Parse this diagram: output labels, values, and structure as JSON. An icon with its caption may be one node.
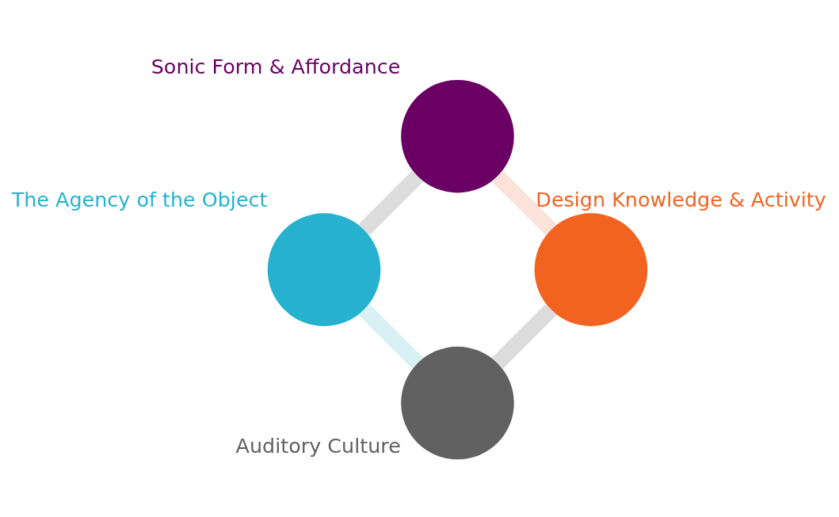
{
  "diagram": {
    "nodes": [
      {
        "text": [
          "Auditory Culture"
        ]
      },
      {
        "text": [
          "The Agency of the Object"
        ]
      },
      {
        "text": [
          "Design Knowledge & Activity"
        ]
      },
      {
        "text": [
          "Sonic Form & Affordance"
        ]
      }
    ],
    "edges": [
      {
        "from": 0,
        "to": 1,
        "arrow": "none",
        "color": "#d8f1f5"
      },
      {
        "from": 0,
        "to": 2,
        "arrow": "none"
      },
      {
        "from": 2,
        "to": 3,
        "arrow": "none",
        "color": "#fbe3da"
      },
      {
        "from": 1,
        "to": 3,
        "arrow": "none"
      }
    ]
  }
}
